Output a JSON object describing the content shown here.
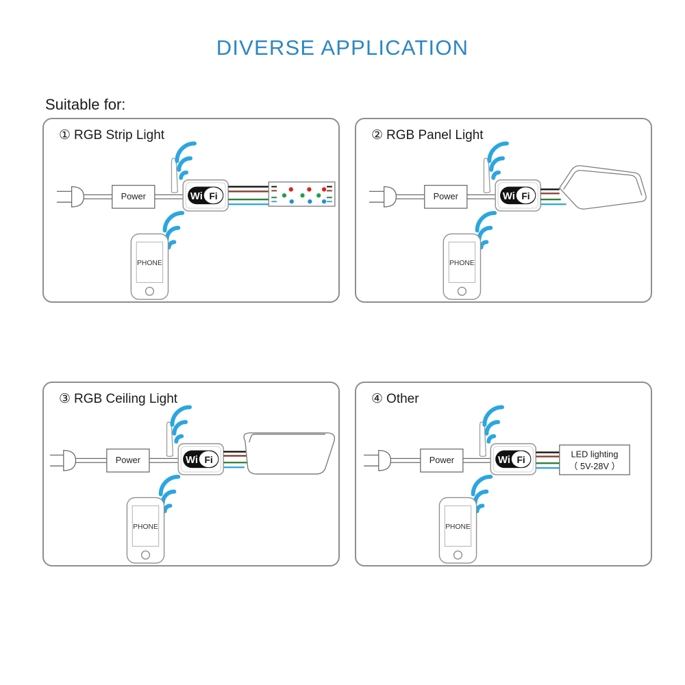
{
  "page": {
    "title": "DIVERSE APPLICATION",
    "title_color": "#2c86c4",
    "suitable_label": "Suitable for:",
    "background": "#ffffff"
  },
  "common": {
    "power_label": "Power",
    "phone_label": "PHONE",
    "wifi_logo_left": "Wi",
    "wifi_logo_right": "Fi",
    "wifi_signal_color": "#2ba6e0",
    "panel_border_color": "#8e8e8e",
    "wire_colors": [
      "#111111",
      "#8a3b2a",
      "#2f7d3a",
      "#35a8d8"
    ],
    "led_colors": {
      "green": "#1f9d4d",
      "red": "#e02020",
      "blue": "#1f8fe0"
    }
  },
  "panels": [
    {
      "id": "panel-1",
      "number": "①",
      "label": "RGB Strip Light",
      "load_type": "rgb-strip",
      "load_text": ""
    },
    {
      "id": "panel-2",
      "number": "②",
      "label": "RGB Panel Light",
      "load_type": "rgb-panel",
      "load_text": ""
    },
    {
      "id": "panel-3",
      "number": "③",
      "label": "RGB Ceiling Light",
      "load_type": "rgb-ceiling",
      "load_text": ""
    },
    {
      "id": "panel-4",
      "number": "④",
      "label": "Other",
      "load_type": "led-box",
      "load_text_line1": "LED lighting",
      "load_text_line2": "（ 5V-28V ）"
    }
  ]
}
